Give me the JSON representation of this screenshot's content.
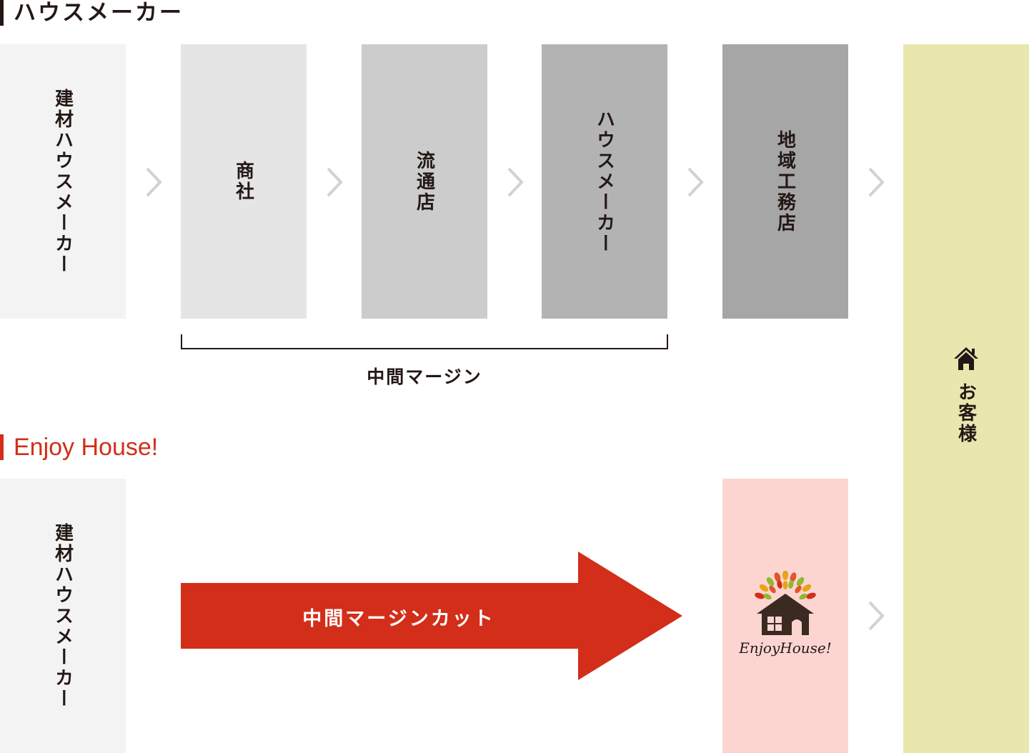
{
  "top_section": {
    "heading": "ハウスメーカー",
    "boxes": [
      "建材ハウスメーカー",
      "商社",
      "流通店",
      "ハウスメーカー",
      "地域工務店"
    ],
    "margin_label": "中間マージン"
  },
  "bottom_section": {
    "heading": "Enjoy House!",
    "boxes": [
      "建材ハウスメーカー"
    ],
    "cut_label": "中間マージンカット",
    "logo_text": "EnjoyHouse!"
  },
  "customer": {
    "label": "お客様",
    "icon": "home-icon"
  },
  "colors": {
    "accent_red": "#d22e19",
    "customer_bg": "#e9e6ae",
    "enjoy_bg": "#fdd5d0",
    "chevron": "#cfd2d6",
    "text_dark": "#231815"
  }
}
